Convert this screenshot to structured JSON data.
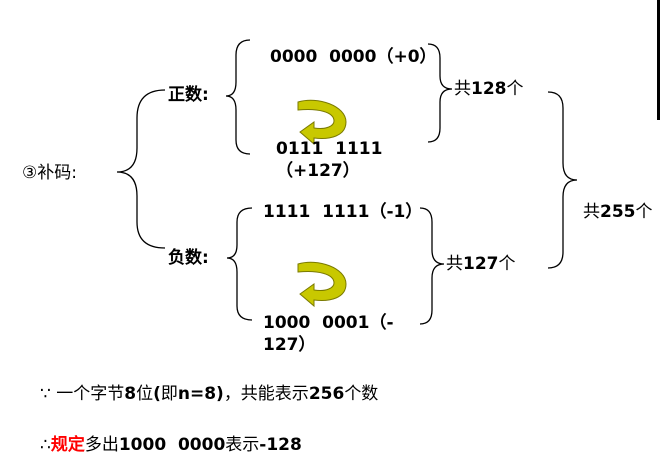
{
  "title": "③补码:",
  "positive": {
    "label": "正数:",
    "top_value": "0000  0000（+0）",
    "bottom_value_line1": "0111  1111",
    "bottom_value_line2": "（+127）",
    "count_prefix": "共",
    "count_number": "128",
    "count_suffix": "个"
  },
  "negative": {
    "label": "负数:",
    "top_value": "1111  1111（-1）",
    "bottom_value_line1": "1000  0001（-",
    "bottom_value_line2": "127）",
    "count_prefix": "共",
    "count_number": "127",
    "count_suffix": "个"
  },
  "total": {
    "prefix": "共",
    "number": "255",
    "suffix": "个"
  },
  "note1": {
    "sym": "∵ ",
    "part1": "一个字节",
    "part2": "8",
    "part3": "位",
    "part4": "(",
    "part5": "即",
    "part6": "n=8)",
    "part7": "，共能表示",
    "part8": "256",
    "part9": "个数"
  },
  "note2": {
    "sym": "∴",
    "highlight": "规定",
    "part1": "多出",
    "part2": "1000  0000",
    "part3": "表示",
    "part4": "-128"
  },
  "colors": {
    "arrow": "#c8c800",
    "arrow_stroke": "#7a7a00",
    "highlight": "#ff0000"
  }
}
